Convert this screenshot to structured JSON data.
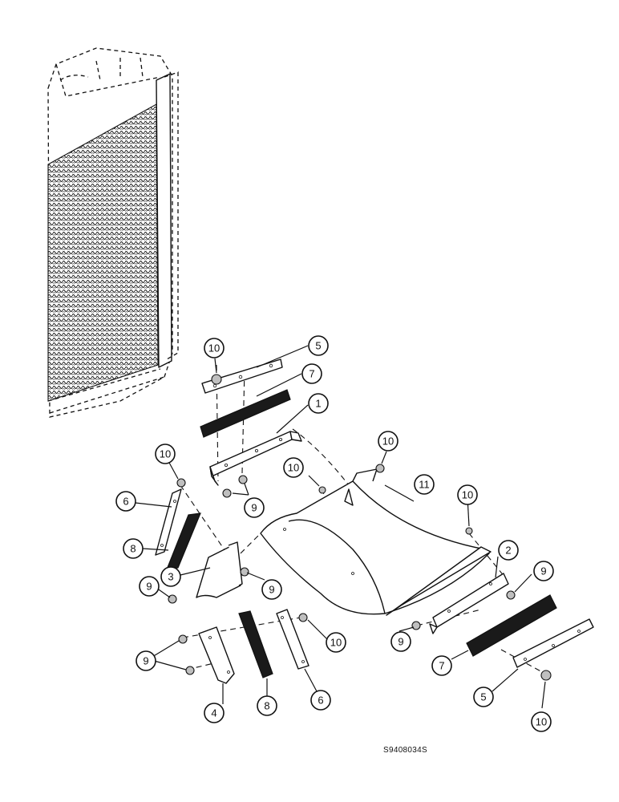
{
  "drawing": {
    "id": "S9408034S"
  },
  "callouts": [
    {
      "label": "1"
    },
    {
      "label": "2"
    },
    {
      "label": "3"
    },
    {
      "label": "4"
    },
    {
      "label": "5"
    },
    {
      "label": "5"
    },
    {
      "label": "6"
    },
    {
      "label": "6"
    },
    {
      "label": "7"
    },
    {
      "label": "7"
    },
    {
      "label": "8"
    },
    {
      "label": "8"
    },
    {
      "label": "9"
    },
    {
      "label": "9"
    },
    {
      "label": "9"
    },
    {
      "label": "9"
    },
    {
      "label": "9"
    },
    {
      "label": "9"
    },
    {
      "label": "10"
    },
    {
      "label": "10"
    },
    {
      "label": "10"
    },
    {
      "label": "10"
    },
    {
      "label": "10"
    },
    {
      "label": "10"
    },
    {
      "label": "10"
    },
    {
      "label": "11"
    }
  ]
}
